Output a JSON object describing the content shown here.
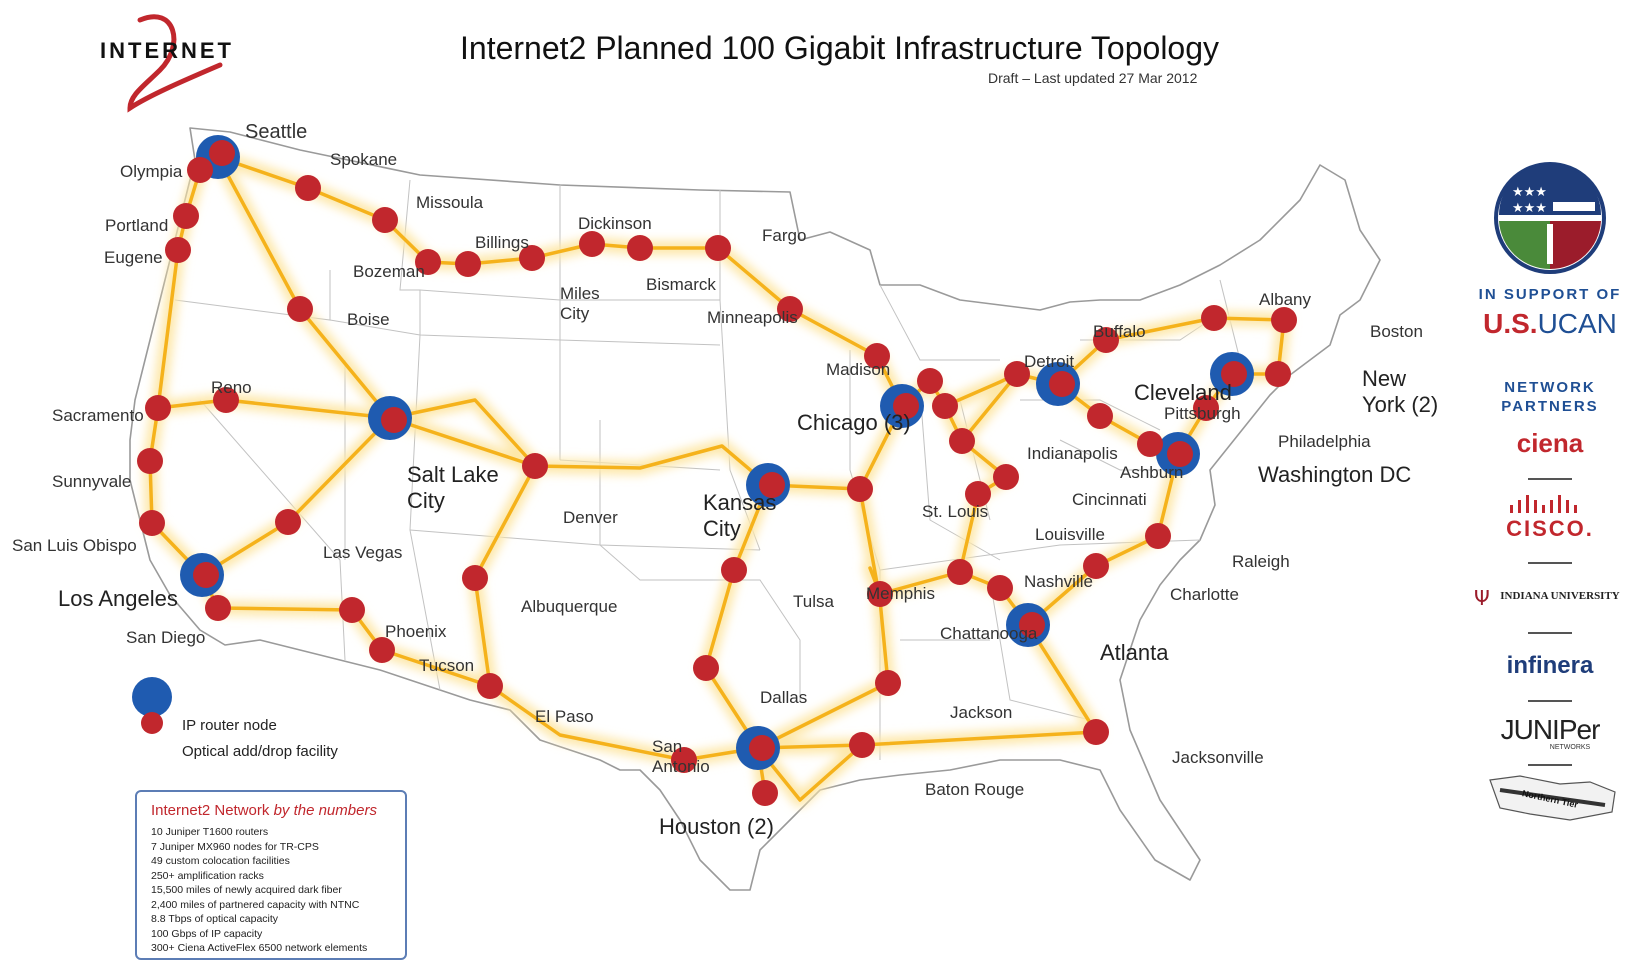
{
  "title": "Internet2 Planned 100 Gigabit Infrastructure Topology",
  "subtitle": "Draft – Last updated 27 Mar 2012",
  "logo": {
    "text": "INTERNET",
    "numeral": "2"
  },
  "colors": {
    "route": "#f5b21b",
    "route_glow": "#fde7a8",
    "router": "#1f5bb0",
    "optical": "#c1272d",
    "land": "#ffffff",
    "border": "#b5b5b5"
  },
  "legend": {
    "router_label": "IP router node",
    "optical_label": "Optical add/drop facility"
  },
  "numbers": {
    "title_main": "Internet2 Network ",
    "title_italic": "by the numbers",
    "items": [
      "10 Juniper T1600 routers",
      "7 Juniper MX960 nodes for TR-CPS",
      "49 custom colocation facilities",
      "250+ amplification racks",
      "15,500 miles of newly acquired dark fiber",
      "2,400 miles of partnered capacity with NTNC",
      "8.8 Tbps of optical capacity",
      "100 Gbps of IP capacity",
      "300+ Ciena ActiveFlex 6500 network elements"
    ]
  },
  "sidebar": {
    "seal_icon": "recovery-gov-seal-icon",
    "support_label": "IN SUPPORT OF",
    "ucan_us": "U.S.",
    "ucan_rest": "UCAN",
    "partners_label": "NETWORK PARTNERS",
    "partners": [
      "ciena",
      "CISCO.",
      "INDIANA UNIVERSITY",
      "infinera",
      "JUNIPer",
      "Northern Tier"
    ],
    "juniper_sub": "NETWORKS"
  },
  "map": {
    "labels": [
      "Seattle",
      "Olympia",
      "Spokane",
      "Portland",
      "Eugene",
      "Missoula",
      "Dickinson",
      "Fargo",
      "Billings",
      "Bozeman",
      "Miles City",
      "Bismarck",
      "Minneapolis",
      "Boise",
      "Reno",
      "Sacramento",
      "Salt Lake City",
      "Madison",
      "Detroit",
      "Buffalo",
      "Albany",
      "Boston",
      "New York (2)",
      "Cleveland",
      "Pittsburgh",
      "Philadelphia",
      "Chicago (3)",
      "Indianapolis",
      "Ashburn",
      "Washington DC",
      "Sunnyvale",
      "Denver",
      "Kansas City",
      "St. Louis",
      "Cincinnati",
      "Louisville",
      "San Luis Obispo",
      "Las Vegas",
      "Raleigh",
      "Los Angeles",
      "Nashville",
      "Charlotte",
      "Tulsa",
      "Memphis",
      "Albuquerque",
      "San Diego",
      "Phoenix",
      "Chattanooga",
      "Atlanta",
      "Tucson",
      "Dallas",
      "Jackson",
      "El Paso",
      "San Antonio",
      "Jacksonville",
      "Baton Rouge",
      "Houston (2)"
    ]
  }
}
